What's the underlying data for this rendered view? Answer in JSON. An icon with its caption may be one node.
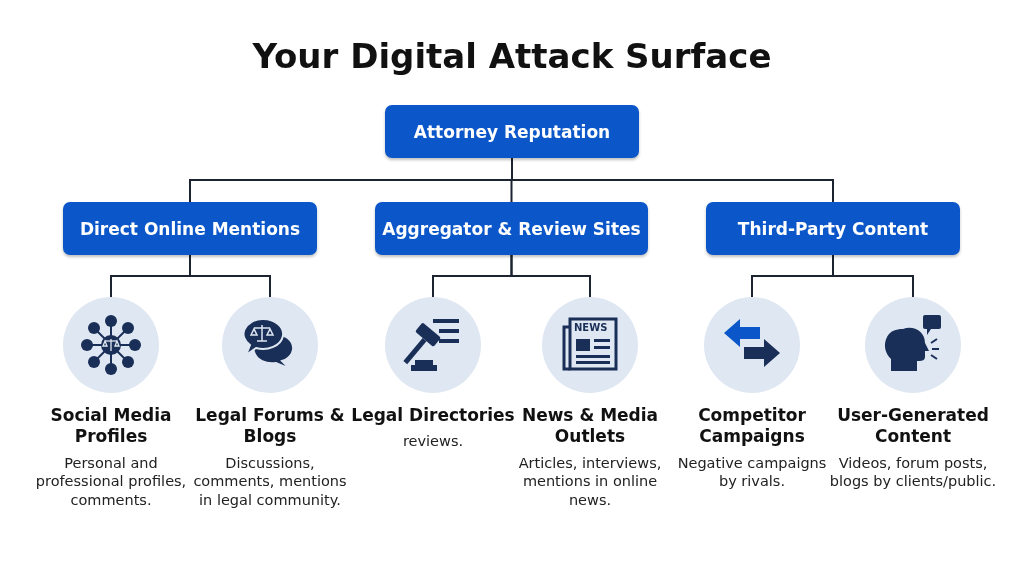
{
  "diagram": {
    "title": "Your Digital Attack Surface",
    "nodes": [
      {
        "text": [
          "Attorney Reputation"
        ]
      },
      {
        "text": [
          "Direct Online Mentions"
        ]
      },
      {
        "text": [
          "Aggregator & Review Sites"
        ]
      },
      {
        "text": [
          "Third-Party Content"
        ]
      },
      {
        "text": [
          "Social Media Profiles",
          "Personal and professional profiles, comments."
        ]
      },
      {
        "text": [
          "Legal Forums & Blogs",
          "Discussions, comments, mentions in legal community."
        ]
      },
      {
        "text": [
          "Legal Directories",
          "reviews."
        ]
      },
      {
        "text": [
          "News & Media Outlets",
          "Articles, interviews, mentions in online news."
        ]
      },
      {
        "text": [
          "Competitor Campaigns",
          "Negative campaigns by rivals."
        ]
      },
      {
        "text": [
          "User-Generated Content",
          "Videos, forum posts, blogs by clients/public."
        ]
      }
    ],
    "edges": [
      {
        "from": 0,
        "to": 1,
        "arrow": "none"
      },
      {
        "from": 0,
        "to": 2,
        "arrow": "none"
      },
      {
        "from": 0,
        "to": 3,
        "arrow": "none"
      },
      {
        "from": 1,
        "to": 4,
        "arrow": "none"
      },
      {
        "from": 1,
        "to": 5,
        "arrow": "none"
      },
      {
        "from": 2,
        "to": 6,
        "arrow": "none"
      },
      {
        "from": 2,
        "to": 7,
        "arrow": "none"
      },
      {
        "from": 3,
        "to": 8,
        "arrow": "none"
      },
      {
        "from": 3,
        "to": 9,
        "arrow": "none"
      }
    ],
    "labels": [
      "NEWS"
    ]
  }
}
